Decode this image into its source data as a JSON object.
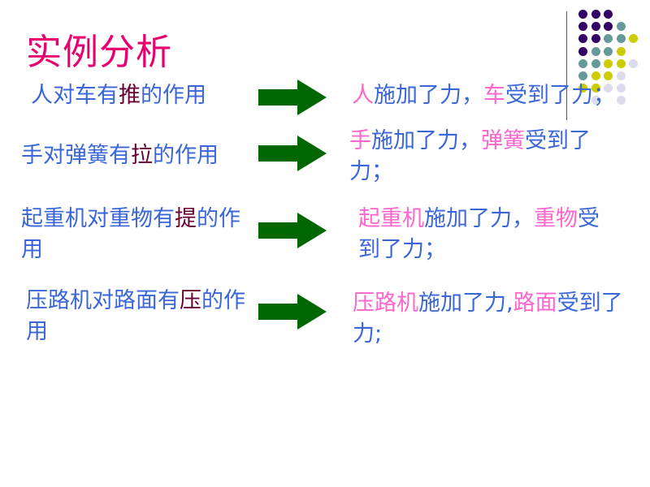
{
  "title": "实例分析",
  "colors": {
    "title": "#e8006f",
    "text": "#3a66d8",
    "verb": "#660033",
    "subject": "#ff66cc",
    "arrow": "#006600"
  },
  "rows": [
    {
      "left": [
        "人对车有",
        "推",
        "的作用"
      ],
      "right": [
        "人",
        "施加了力，",
        "车",
        "受到了力；"
      ]
    },
    {
      "left": [
        "手对弹簧有",
        "拉",
        "的作用"
      ],
      "right": [
        "手",
        "施加了力，",
        "弹簧",
        "受到了力；"
      ]
    },
    {
      "left": [
        "起重机对重物有",
        "提",
        "的作用"
      ],
      "right": [
        "起重机",
        "施加了力，",
        "重物",
        "受到了力；"
      ]
    },
    {
      "left": [
        "压路机对路面有",
        "压",
        "的作用"
      ],
      "right": [
        "压路机",
        "施加了力,",
        "路面",
        "受到了力;"
      ]
    }
  ],
  "decoration_dots": [
    [
      "p",
      "p",
      "p"
    ],
    [
      "p",
      "p",
      "p",
      "t"
    ],
    [
      "p",
      "p",
      "t",
      "t",
      "y"
    ],
    [
      "p",
      "t",
      "t",
      "y"
    ],
    [
      "t",
      "t",
      "y",
      "y",
      "l"
    ],
    [
      "t",
      "y",
      "y",
      "l"
    ],
    [
      "y",
      "y",
      "l",
      "l"
    ],
    [
      "",
      "l",
      "",
      "l"
    ]
  ]
}
